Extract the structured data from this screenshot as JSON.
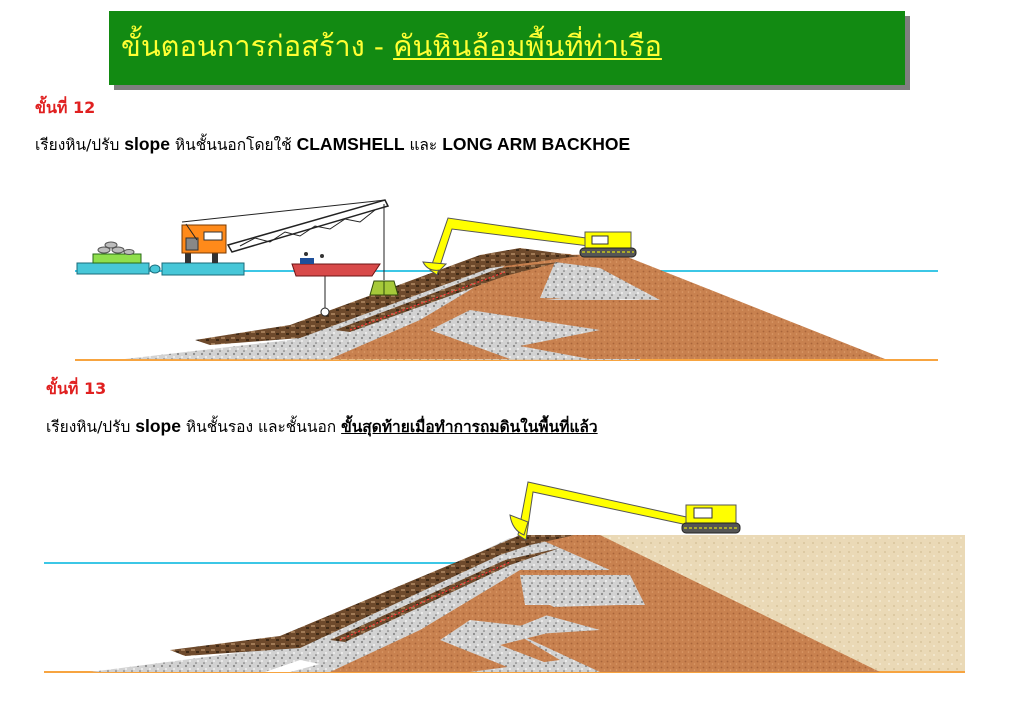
{
  "title": {
    "prefix": "ขั้นตอนการก่อสร้าง - ",
    "underlined": "คันหินล้อมพื้นที่ท่าเรือ"
  },
  "step12": {
    "label": "ขั้นที่ 12",
    "desc_a": "เรียงหิน/ปรับ ",
    "desc_b": "slope",
    "desc_c": " หินชั้นนอกโดยใช้ ",
    "desc_d": "CLAMSHELL",
    "desc_e": " และ ",
    "desc_f": "LONG ARM BACKHOE"
  },
  "step13": {
    "label": "ขั้นที่ 13",
    "desc_a": "เรียงหิน/ปรับ ",
    "desc_b": "slope",
    "desc_c": " หินชั้นรอง และชั้นนอก ",
    "desc_d": "ขั้นสุดท้ายเมื่อทำการถมดินในพื้นที่แล้ว"
  },
  "colors": {
    "title_bg": "#128a12",
    "title_text": "#ffff33",
    "step_label": "#e02020",
    "water": "#3cc7e6",
    "ground": "#f7a440",
    "core_fill": "#c8814f",
    "gravel": "#c9c9c9",
    "armor": "#6e4a2c",
    "backfill": "#ecdcbc",
    "excavator": "#ffff00"
  },
  "icons": [
    "crane-barge-icon",
    "clamshell-bucket-icon",
    "tug-boat-icon",
    "material-barge-icon",
    "excavator-icon"
  ]
}
